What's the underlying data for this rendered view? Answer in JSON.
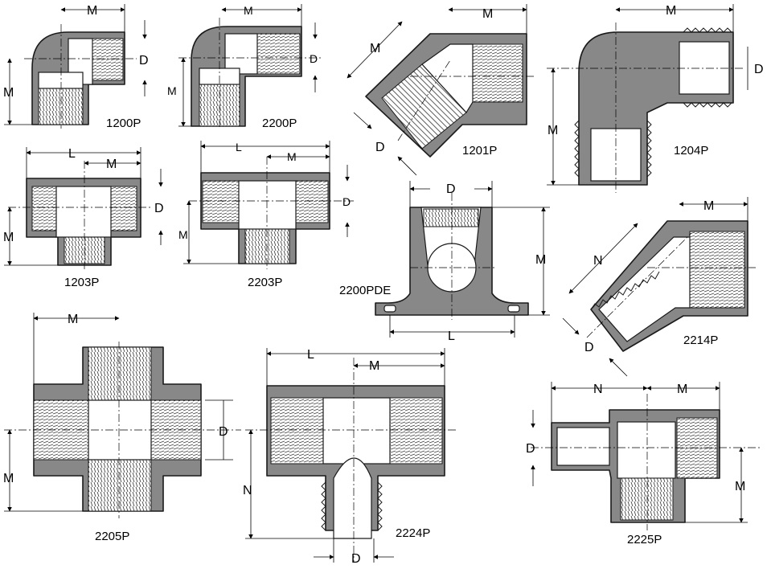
{
  "labels": {
    "M": "M",
    "D": "D",
    "L": "L",
    "N": "N"
  },
  "parts": {
    "p1200P": "1200P",
    "p2200P": "2200P",
    "p1201P": "1201P",
    "p1204P": "1204P",
    "p1203P": "1203P",
    "p2203P": "2203P",
    "p2200PDE": "2200PDE",
    "p2214P": "2214P",
    "p2205P": "2205P",
    "p2224P": "2224P",
    "p2225P": "2225P"
  },
  "colors": {
    "body": "#888888",
    "outline": "#1a1a1a",
    "bore": "#ffffff",
    "background": "#ffffff"
  }
}
